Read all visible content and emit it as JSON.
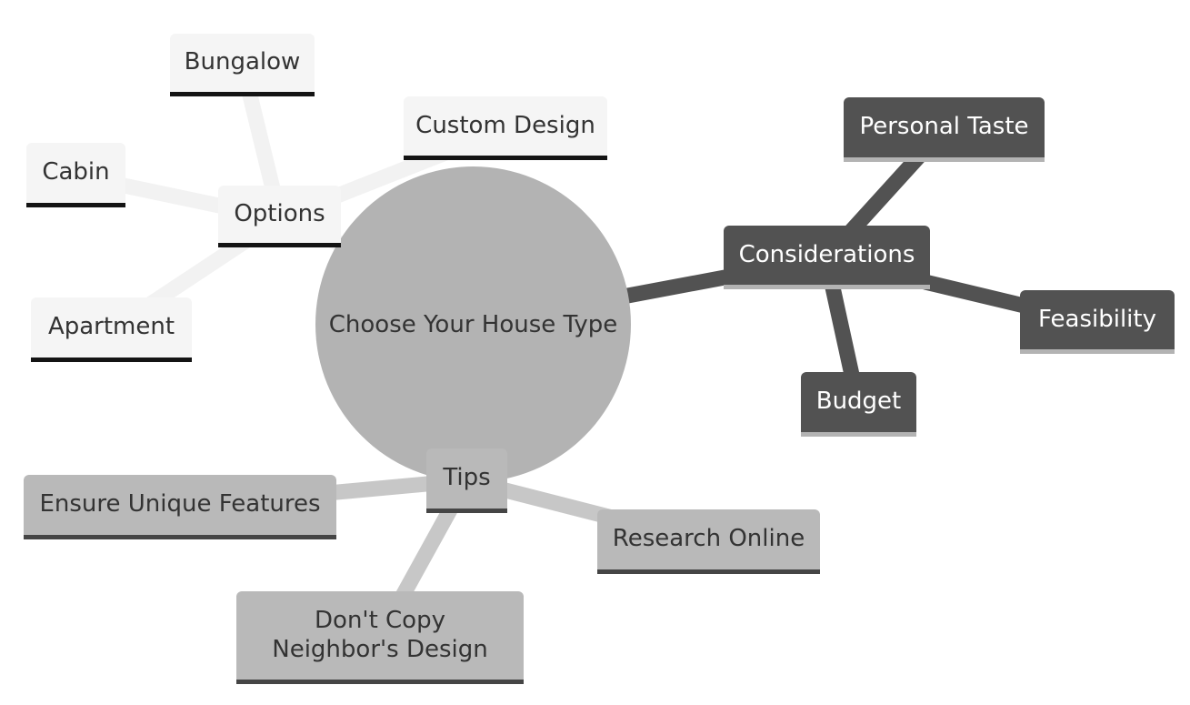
{
  "mindmap": {
    "root": "Choose Your House Type",
    "branches": [
      {
        "label": "Options",
        "children": [
          "Bungalow",
          "Custom Design",
          "Cabin",
          "Apartment"
        ]
      },
      {
        "label": "Considerations",
        "children": [
          "Personal Taste",
          "Feasibility",
          "Budget"
        ]
      },
      {
        "label": "Tips",
        "children": [
          "Ensure Unique Features",
          "Research Online",
          "Don't Copy Neighbor's Design"
        ]
      }
    ]
  },
  "colors": {
    "root_fill": "#b3b3b3",
    "options_fill": "#f5f5f5",
    "options_edge": "#f2f2f2",
    "options_underline": "#141414",
    "considerations_fill": "#525252",
    "considerations_edge": "#525252",
    "considerations_underline": "#b3b3b3",
    "tips_fill": "#b9b9b9",
    "tips_edge": "#c7c7c7",
    "tips_underline": "#454545",
    "text_dark": "#333333",
    "text_light": "#ffffff"
  }
}
